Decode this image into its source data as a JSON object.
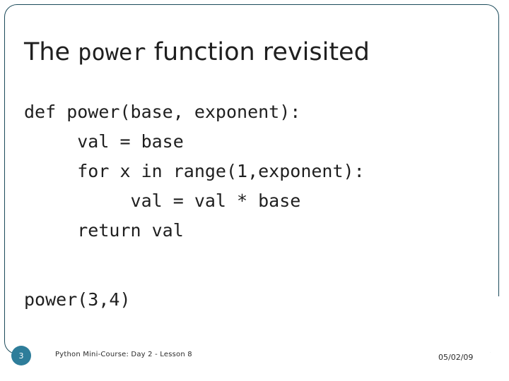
{
  "slide": {
    "title_prefix": "The ",
    "title_mono": "power",
    "title_suffix": " function revisited",
    "code": "def power(base, exponent):\n     val = base\n     for x in range(1,exponent):\n          val = val * base\n     return val",
    "call_example": "power(3,4)",
    "footer": {
      "page_number": "3",
      "course_label": "Python Mini-Course: Day 2 - Lesson 8",
      "date": "05/02/09"
    },
    "colors": {
      "border": "#1b4a5a",
      "badge": "#2e7d9a",
      "text": "#1f1f1f"
    }
  }
}
